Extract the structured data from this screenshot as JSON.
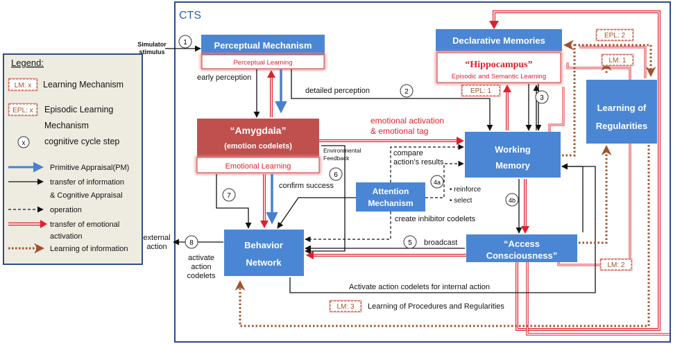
{
  "frame_title": "CTS",
  "legend": {
    "title": "Legend:",
    "items": [
      {
        "tag": "LM: x",
        "text": "Learning Mechanism"
      },
      {
        "tag": "EPL: x",
        "text": "Episodic Learning",
        "text2": "Mechanism"
      },
      {
        "tag": "x",
        "text": "cognitive cycle step"
      },
      {
        "text": "Primitive Appraisal(PM)"
      },
      {
        "text": "transfer of information",
        "text2": "& Cognitive Appraisal"
      },
      {
        "text": "operation"
      },
      {
        "text": "transfer of emotional",
        "text2": "activation"
      },
      {
        "text": "Learning of information"
      }
    ]
  },
  "modules": {
    "perceptual": {
      "title": "Perceptual Mechanism",
      "sub": "Perceptual Learning"
    },
    "declarative": {
      "title": "Declarative Memories",
      "hippo": "“Hippocampus”",
      "sub": "Episodic and Semantic Learning"
    },
    "amygdala": {
      "title": "“Amygdala”",
      "title2": "(emotion codelets)",
      "sub": "Emotional Learning"
    },
    "working": {
      "title": "Working",
      "title2": "Memory"
    },
    "attention": {
      "title": "Attention",
      "title2": "Mechanism"
    },
    "regularities": {
      "title": "Learning of",
      "title2": "Regularities"
    },
    "behavior": {
      "title": "Behavior",
      "title2": "Network"
    },
    "access": {
      "title": "“Access",
      "title2": "Consciousness”"
    }
  },
  "tags": {
    "epl1": "EPL: 1",
    "epl2": "EPL: 2",
    "lm1": "LM: 1",
    "lm2": "LM: 2",
    "lm3": "LM: 3"
  },
  "steps": [
    "1",
    "2",
    "3",
    "4a",
    "4b",
    "5",
    "6",
    "7",
    "8"
  ],
  "labels": {
    "simulator1": "Simulator",
    "simulator2": "stimulus",
    "early_perception": "early perception",
    "detailed_perception": "detailed perception",
    "emotional_activation": "emotional activation",
    "emotional_tag": "& emotional tag",
    "env_feedback1": "Environmental",
    "env_feedback2": "Feedback",
    "compare1": "compare",
    "compare2": "action’s results",
    "reinforce": "• reinforce",
    "select": "• select",
    "confirm_success": "confirm success",
    "create_inhibitor": "create inhibitor codelets",
    "broadcast": "broadcast",
    "external1": "external",
    "external2": "action",
    "activate1": "activate",
    "activate2": "action",
    "activate3": "codelets",
    "activate_internal": "Activate action codelets for internal action",
    "learning_procedures": "Learning of Procedures and Regularities"
  },
  "colors": {
    "box_blue": "#4a86d4",
    "amygdala_red": "#c0504d",
    "frame_navy": "#2e4a8a",
    "arrow_red": "#e0202a",
    "arrow_blue": "#4a7fd0",
    "learning_brown": "#a0522d",
    "legend_bg": "#eeece1"
  }
}
